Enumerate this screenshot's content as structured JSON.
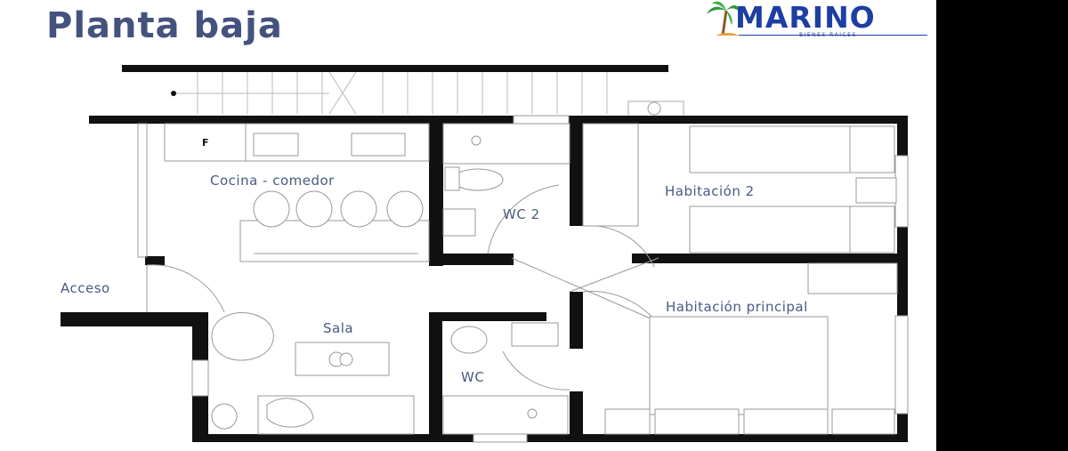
{
  "title": "Planta baja",
  "logo": {
    "brand": "MARINO",
    "tagline": "BIENES RAICES"
  },
  "rooms": {
    "cocina": "Cocina - comedor",
    "acceso": "Acceso",
    "sala": "Sala",
    "wc2": "WC 2",
    "wc": "WC",
    "hab2": "Habitación 2",
    "hab_principal": "Habitación principal",
    "fridge": "F"
  },
  "colors": {
    "title": "#44527e",
    "labels": "#4a5a82",
    "walls": "#111111",
    "logo": "#1d3fa3",
    "palm": "#2e9a3a"
  }
}
